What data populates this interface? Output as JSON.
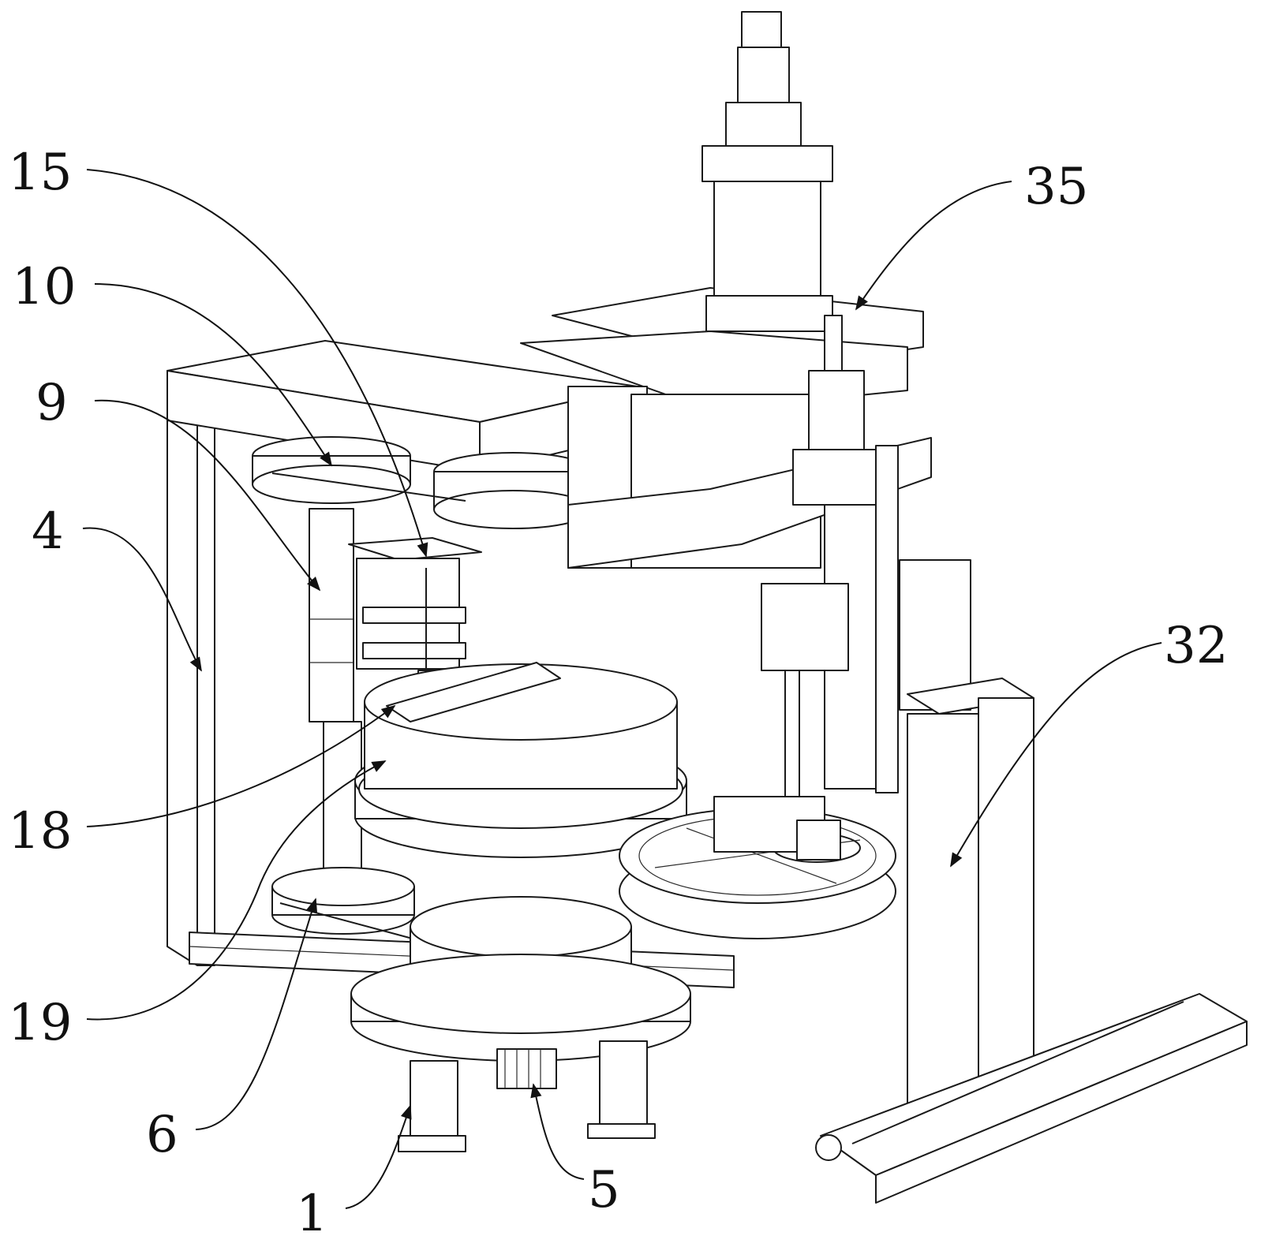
{
  "labels": [
    {
      "id": "15",
      "text": "15"
    },
    {
      "id": "10",
      "text": "10"
    },
    {
      "id": "9",
      "text": "9"
    },
    {
      "id": "4",
      "text": "4"
    },
    {
      "id": "18",
      "text": "18"
    },
    {
      "id": "19",
      "text": "19"
    },
    {
      "id": "6",
      "text": "6"
    },
    {
      "id": "1",
      "text": "1"
    },
    {
      "id": "5",
      "text": "5"
    },
    {
      "id": "32",
      "text": "32"
    },
    {
      "id": "35",
      "text": "35"
    }
  ]
}
